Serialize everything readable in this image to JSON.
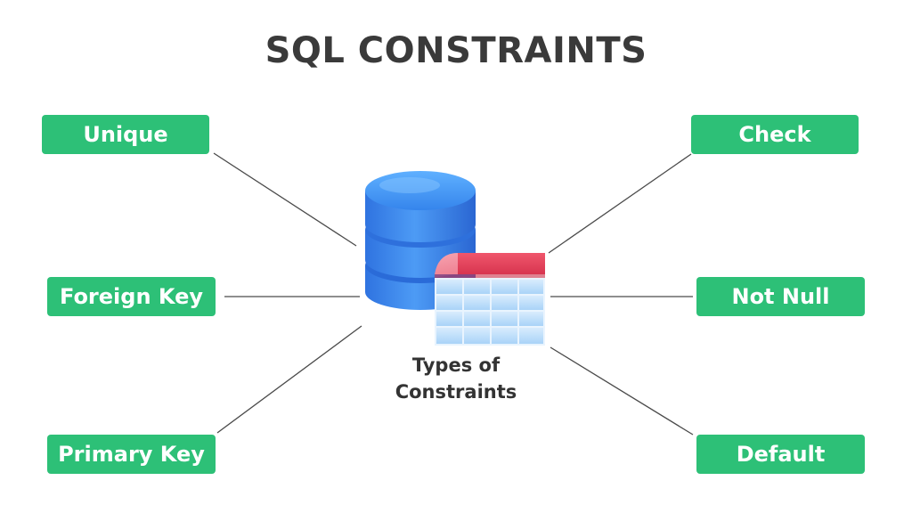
{
  "title": "SQL CONSTRAINTS",
  "center": {
    "label_line1": "Types of",
    "label_line2": "Constraints",
    "icon": "database-table-icon"
  },
  "constraints": {
    "left": [
      "Unique",
      "Foreign Key",
      "Primary Key"
    ],
    "right": [
      "Check",
      "Not Null",
      "Default"
    ]
  },
  "colors": {
    "pill_background": "#2dc077",
    "pill_text": "#ffffff",
    "title_text": "#3a3a3a",
    "database_blue": "#2f7fe6",
    "table_header_red": "#e8405a",
    "table_cell_blue": "#bfe0fb",
    "connector_line": "#4a4a4a"
  }
}
